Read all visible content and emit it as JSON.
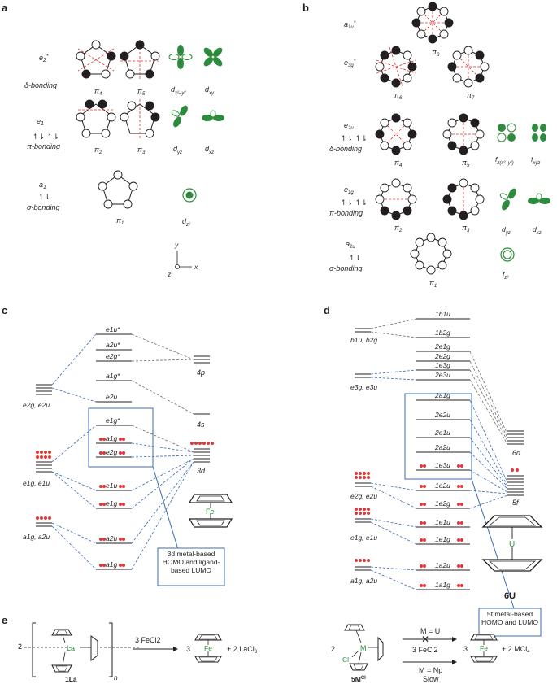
{
  "panels": {
    "a": "a",
    "b": "b",
    "c": "c",
    "d": "d",
    "e": "e"
  },
  "panel_a": {
    "rows": [
      {
        "sym": "e2*",
        "name": "δ-bonding"
      },
      {
        "sym": "e1",
        "name": "π-bonding"
      },
      {
        "sym": "a1",
        "name": "σ-bonding"
      }
    ],
    "mo": [
      "π4",
      "π5",
      "π2",
      "π3",
      "π1"
    ],
    "d": [
      "dx²–y²",
      "dxy",
      "dyz",
      "dxz",
      "dz²"
    ],
    "axes": {
      "y": "y",
      "x": "x",
      "z": "z"
    }
  },
  "panel_b": {
    "rows": [
      {
        "sym": "a1u*",
        "name": ""
      },
      {
        "sym": "e3g*",
        "name": ""
      },
      {
        "sym": "e2u",
        "name": "δ-bonding"
      },
      {
        "sym": "e1g",
        "name": "π-bonding"
      },
      {
        "sym": "a2u",
        "name": "σ-bonding"
      }
    ],
    "mo": [
      "π8",
      "π6",
      "π7",
      "π4",
      "π5",
      "π2",
      "π3",
      "π1"
    ],
    "f": [
      "fz(x²–y²)",
      "fxyz",
      "dyz",
      "dxz",
      "fz³"
    ]
  },
  "panel_c": {
    "left": [
      "e2g, e2u",
      "e1g, e1u",
      "a1g, a2u"
    ],
    "mid": [
      "e1u*",
      "a2u*",
      "e2g*",
      "a1g*",
      "e2u",
      "e1g*",
      "a1g",
      "e2g",
      "e1u",
      "e1g",
      "a2u",
      "a1g"
    ],
    "right": [
      "4p",
      "4s",
      "3d"
    ],
    "metal": "Fe",
    "note": "3d metal-based HOMO and ligand-based LUMO"
  },
  "panel_d": {
    "left": [
      "b1u, b2g",
      "e3g, e3u",
      "e2g, e2u",
      "e1g, e1u",
      "a1g, a2u"
    ],
    "mid": [
      "1b1u",
      "1b2g",
      "2e1g",
      "2e2g",
      "1e3g",
      "2e3u",
      "2a1g",
      "2e2u",
      "2e1u",
      "2a2u",
      "1e3u",
      "1e2u",
      "1e2g",
      "1e1u",
      "1e1g",
      "1a2u",
      "1a1g"
    ],
    "right": [
      "6d",
      "5f"
    ],
    "metal": "U",
    "compound": "6U",
    "note": "5f metal-based HOMO and LUMO"
  },
  "panel_e": {
    "left_coef": "2",
    "left_metal": "La",
    "left_sub": "n",
    "left_label": "1La",
    "reagent1": "3 FeCl2",
    "prod_coef1": "3",
    "fe": "Fe",
    "by1": "+ 2 LaCl3",
    "right_coef": "2",
    "right_metal": "M",
    "cl": "Cl",
    "right_label": "5MCl",
    "cond_u": "M = U",
    "reagent2": "3 FeCl2",
    "cond_np": "M = Np",
    "slow": "Slow",
    "prod_coef2": "3",
    "by2": "+ 2 MCl4"
  },
  "colors": {
    "green": "#2e8b3e",
    "red": "#d93a3a",
    "blue": "#3a6bb1",
    "dashred": "#e0312f"
  }
}
